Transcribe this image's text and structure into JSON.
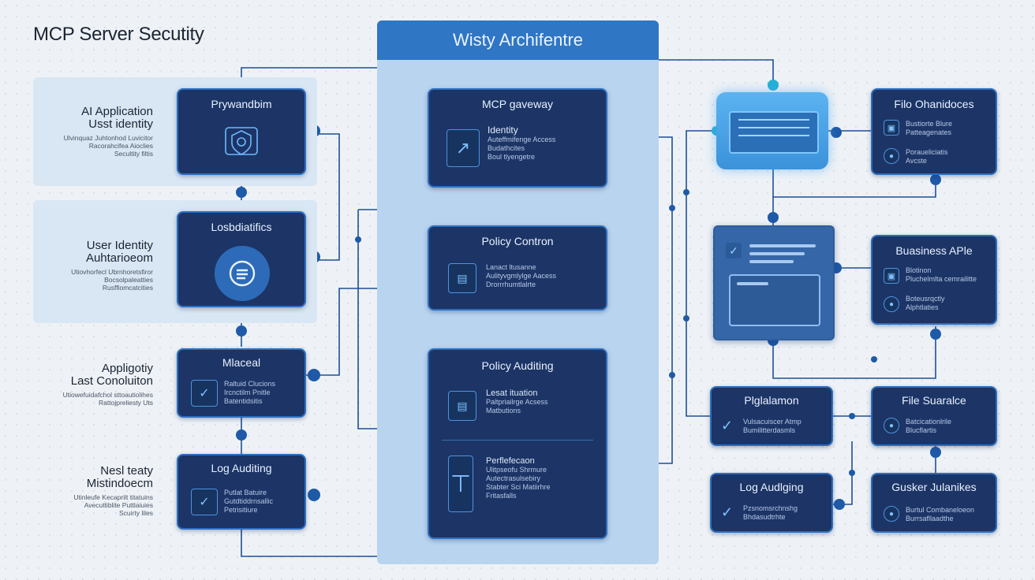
{
  "title": "MCP Server Secutity",
  "architecture_header": "Wisty Archifentre",
  "left_labels": [
    {
      "title": "AI Application\nUsst identity",
      "sub": "Ulvinquaz Juhtonhod Luvicitor\nRacorahcifea Aioclies\nSecultity filtis"
    },
    {
      "title": "User Identity\nAuhtarioeom",
      "sub": "Utiovhorfecl Ubrnhoretsfiror\nBocsolpaleatties\nRusffiomcatcities"
    },
    {
      "title": "Appligotiy\nLast Conoluiton",
      "sub": "Utiowefuidafchol sttoautiolihes\nRattojpreliesty Uts"
    },
    {
      "title": "Nesl teaty\nMistindoecm",
      "sub": "Utinleufe Kecaprilt titatuins\nAvecuttiblite Puttlaiuies\nScuirty liles"
    }
  ],
  "left_nodes": [
    {
      "title": "Prywandbim",
      "lines": []
    },
    {
      "title": "Losbdiatifics",
      "lines": []
    },
    {
      "title": "Mlaceal",
      "lines": [
        "Raltuid Clucions",
        "Ircnctilm Pnitle",
        "Batentidsitis"
      ]
    },
    {
      "title": "Log Auditing",
      "lines": [
        "Putlat Batuire",
        "Gutdtiddrnsallic",
        "Petrisitiure"
      ]
    }
  ],
  "center_nodes": [
    {
      "title": "MCP gaveway",
      "lines": [
        "Identity",
        "Auteffmifenge Access",
        "Budathcites",
        "Boul tlyengetre"
      ]
    },
    {
      "title": "Policy Contron",
      "lines": [
        "Lanact ltusanne",
        "Aulityvgmlylge Aacess",
        "Drorrrhumtlalrte"
      ]
    },
    {
      "title": "Policy Auditing",
      "lines": [
        "Lesat ituation",
        "Paltpriailrge Acsess",
        "Matbutions"
      ]
    },
    {
      "title": "",
      "lines": [
        "Perflefecaon",
        "Ulitpseofu Shrmure",
        "Autectrasulsebiry",
        "Stabter Sci Matiirhre",
        "Fritasfalls"
      ]
    }
  ],
  "right_nodes": [
    {
      "title": "Filo Ohanidoces",
      "lines": [
        "Bustiorte Blure",
        "Patteagenates",
        "Poraueliciatis",
        "Avcste"
      ]
    },
    {
      "title": "Buasiness APle",
      "lines": [
        "Blotinon",
        "Pluchelmlta cemrailitte",
        "Boteusrqctly",
        "Alphtlaties"
      ]
    },
    {
      "title": "Plglalamon",
      "lines": [
        "Vulsacuiscer Atmp",
        "Bumilitterdasmls"
      ]
    },
    {
      "title": "File Suaralce",
      "lines": [
        "Batcicationlrile",
        "Blucflartis"
      ]
    },
    {
      "title": "Log Audlging",
      "lines": [
        "Pzsnomsrchnshg",
        "Bhdasudtrhte"
      ]
    },
    {
      "title": "Gusker Julanikes",
      "lines": [
        "Burtul Combaneloeon",
        "Burrsafllaadthe"
      ]
    }
  ],
  "colors": {
    "node": "#1c3566",
    "border": "#2c6fc0",
    "accent": "#2f76c4"
  }
}
